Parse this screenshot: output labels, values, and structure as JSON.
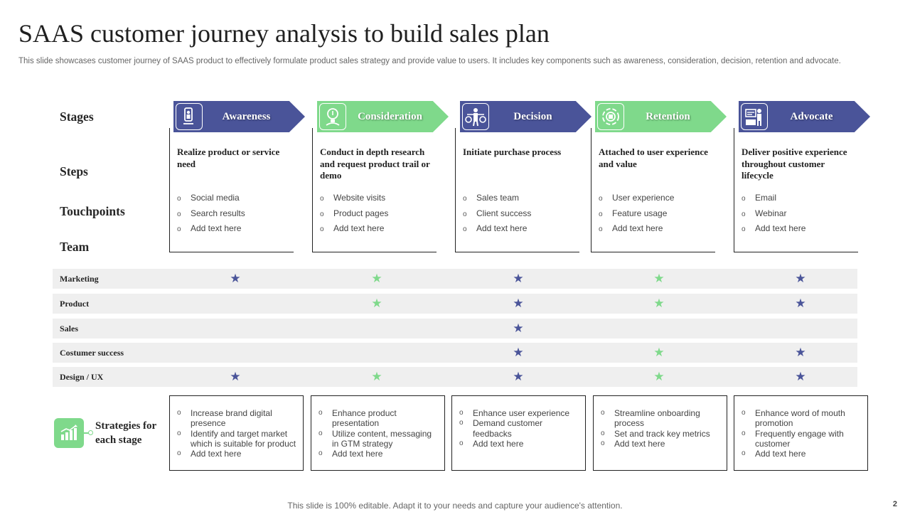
{
  "title": "SAAS customer journey analysis to build sales plan",
  "subtitle": "This slide showcases customer journey of SAAS  product to effectively  formulate product sales strategy and provide value to users. It includes key components such as awareness, consideration, decision, retention and advocate.",
  "row_labels": {
    "stages": "Stages",
    "steps": "Steps",
    "touchpoints": "Touchpoints",
    "team": "Team"
  },
  "colors": {
    "blue": "#4a5499",
    "green": "#7fd98b"
  },
  "bullet": "o",
  "star": "★",
  "stages": [
    {
      "name": "Awareness",
      "color": "blue",
      "icon": "person-phone-icon",
      "step": "Realize product or service need",
      "touchpoints": [
        "Social media",
        "Search results",
        "Add text here"
      ]
    },
    {
      "name": "Consideration",
      "color": "green",
      "icon": "lightbulb-person-icon",
      "step": "Conduct in depth research and request product trail or demo",
      "touchpoints": [
        "Website visits",
        "Product pages",
        "Add text here"
      ]
    },
    {
      "name": "Decision",
      "color": "blue",
      "icon": "balance-person-icon",
      "step": "Initiate purchase process",
      "touchpoints": [
        "Sales team",
        "Client success",
        "Add text here"
      ]
    },
    {
      "name": "Retention",
      "color": "green",
      "icon": "gear-cycle-icon",
      "step": "Attached to user experience and value",
      "touchpoints": [
        "User experience",
        "Feature usage",
        "Add text here"
      ]
    },
    {
      "name": "Advocate",
      "color": "blue",
      "icon": "presenter-icon",
      "step": "Deliver positive experience throughout customer lifecycle",
      "touchpoints": [
        "Email",
        "Webinar",
        "Add text here"
      ]
    }
  ],
  "team": [
    {
      "name": "Marketing",
      "marks": [
        true,
        true,
        true,
        true,
        true
      ]
    },
    {
      "name": "Product",
      "marks": [
        false,
        true,
        true,
        true,
        true
      ]
    },
    {
      "name": "Sales",
      "marks": [
        false,
        false,
        true,
        false,
        false
      ]
    },
    {
      "name": "Costumer success",
      "marks": [
        false,
        false,
        true,
        true,
        true
      ]
    },
    {
      "name": "Design / UX",
      "marks": [
        true,
        true,
        true,
        true,
        true
      ]
    }
  ],
  "strategies_label": "Strategies for each stage",
  "strategies": [
    [
      "Increase brand digital presence",
      "Identify and target market which is suitable for product",
      "Add text here"
    ],
    [
      "Enhance product presentation",
      "Utilize content, messaging in GTM strategy",
      "Add text here"
    ],
    [
      "Enhance user experience",
      "Demand customer feedbacks",
      "Add text here"
    ],
    [
      "Streamline onboarding process",
      "Set and track key metrics",
      "Add text here"
    ],
    [
      "Enhance word of mouth promotion",
      "Frequently engage with customer",
      "Add text here"
    ]
  ],
  "footer": "This slide is 100% editable. Adapt it to your needs and capture your audience's attention.",
  "page_number": "2"
}
